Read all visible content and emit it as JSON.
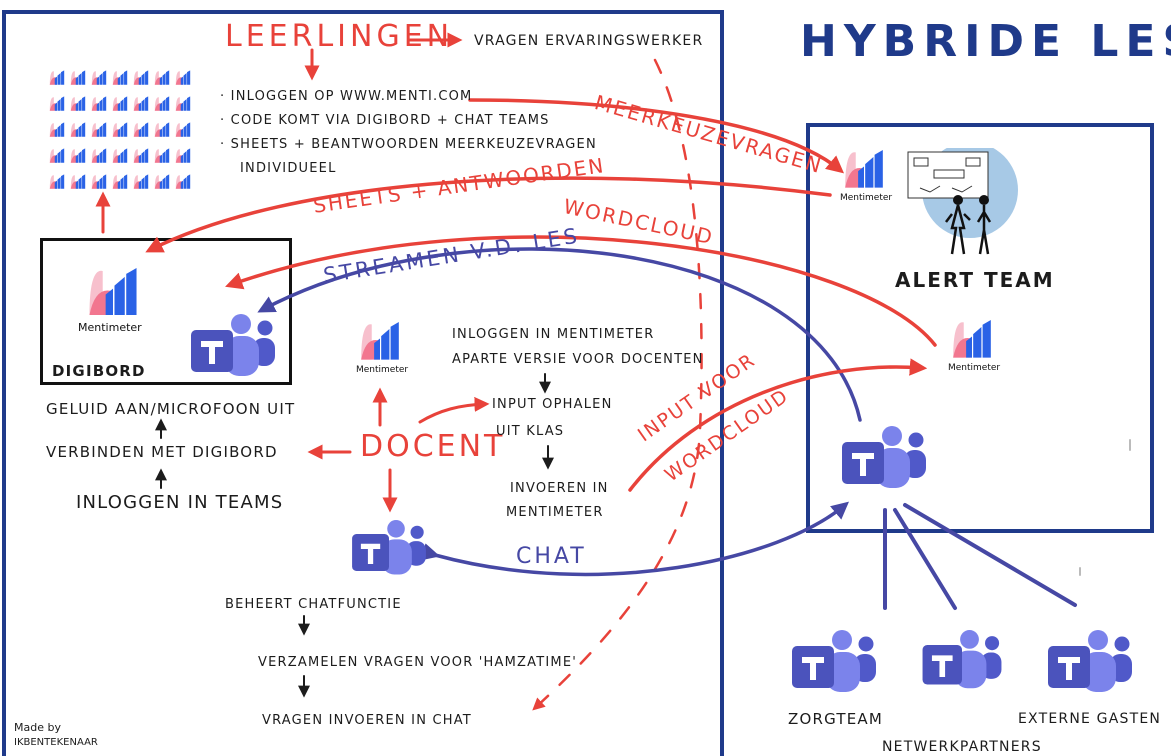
{
  "title": "HYBRIDE LES",
  "students": {
    "heading": "LEERLINGEN",
    "questions": "VRAGEN ERVARINGSWERKER",
    "steps": [
      "· INLOGGEN OP WWW.MENTI.COM",
      "· CODE KOMT VIA DIGIBORD + CHAT TEAMS",
      "· SHEETS + BEANTWOORDEN MEERKEUZEVRAGEN",
      "INDIVIDUEEL"
    ]
  },
  "digibord": {
    "label": "DIGIBORD",
    "steps": [
      "GELUID AAN/MICROFOON UIT",
      "VERBINDEN MET DIGIBORD",
      "INLOGGEN IN TEAMS"
    ]
  },
  "docent": {
    "label": "DOCENT",
    "menti_steps": [
      "INLOGGEN IN MENTIMETER",
      "APARTE VERSIE VOOR DOCENTEN",
      "INPUT OPHALEN",
      "UIT KLAS",
      "INVOEREN IN",
      "MENTIMETER"
    ],
    "chat_steps": [
      "BEHEERT CHATFUNCTIE",
      "VERZAMELEN VRAGEN VOOR 'HAMZATIME'",
      "VRAGEN INVOEREN IN CHAT"
    ]
  },
  "flows": {
    "meerkeuze": "MEERKEUZEVRAGEN",
    "sheets": "SHEETS + ANTWOORDEN",
    "wordcloud": "WORDCLOUD",
    "streamen": "STREAMEN V.D. LES",
    "input_line1": "INPUT VOOR",
    "input_line2": "WORDCLOUD",
    "chat": "CHAT"
  },
  "alert_team": {
    "label": "ALERT TEAM"
  },
  "partners": {
    "zorgteam": "ZORGTEAM",
    "netwerk": "NETWERKPARTNERS",
    "extern": "EXTERNE GASTEN"
  },
  "brand": {
    "mentimeter": "Mentimeter"
  },
  "credit": {
    "line1": "Made by",
    "line2": "IKBENTEKENAAR"
  },
  "colors": {
    "red": "#e8423a",
    "navy": "#1f3a8a",
    "teams": "#5b5fc7",
    "menti_blue": "#2a62e6",
    "menti_pink": "#f6a3b6"
  }
}
